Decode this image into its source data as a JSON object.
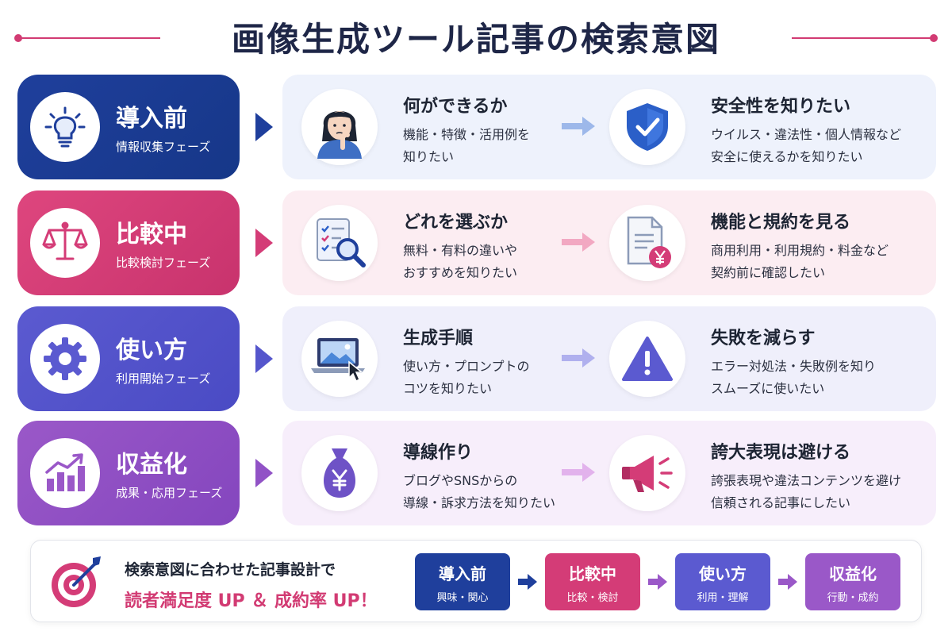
{
  "title": "画像生成ツール記事の検索意図",
  "rows": [
    {
      "stage_name": "導入前",
      "stage_sub": "情報収集フェーズ",
      "stage_icon": "lightbulb-icon",
      "left_icon": "confused-woman-icon",
      "left_title": "何ができるか",
      "left_desc": [
        "機能・特徴・活用例を",
        "知りたい"
      ],
      "right_icon": "shield-check-icon",
      "right_title": "安全性を知りたい",
      "right_desc": [
        "ウイルス・違法性・個人情報など",
        "安全に使えるかを知りたい"
      ],
      "color": "#1f3f9c"
    },
    {
      "stage_name": "比較中",
      "stage_sub": "比較検討フェーズ",
      "stage_icon": "scale-icon",
      "left_icon": "checklist-magnifier-icon",
      "left_title": "どれを選ぶか",
      "left_desc": [
        "無料・有料の違いや",
        "おすすめを知りたい"
      ],
      "right_icon": "document-yen-icon",
      "right_title": "機能と規約を見る",
      "right_desc": [
        "商用利用・利用規約・料金など",
        "契約前に確認したい"
      ],
      "color": "#d43c77"
    },
    {
      "stage_name": "使い方",
      "stage_sub": "利用開始フェーズ",
      "stage_icon": "gear-icon",
      "left_icon": "laptop-image-icon",
      "left_title": "生成手順",
      "left_desc": [
        "使い方・プロンプトの",
        "コツを知りたい"
      ],
      "right_icon": "warning-icon",
      "right_title": "失敗を減らす",
      "right_desc": [
        "エラー対処法・失敗例を知り",
        "スムーズに使いたい"
      ],
      "color": "#5b5ad0"
    },
    {
      "stage_name": "収益化",
      "stage_sub": "成果・応用フェーズ",
      "stage_icon": "growth-chart-icon",
      "left_icon": "money-bag-yen-icon",
      "left_title": "導線作り",
      "left_desc": [
        "ブログやSNSからの",
        "導線・訴求方法を知りたい"
      ],
      "right_icon": "megaphone-icon",
      "right_title": "誇大表現は避ける",
      "right_desc": [
        "誇張表現や違法コンテンツを避け",
        "信頼される記事にしたい"
      ],
      "color": "#9a58c8"
    }
  ],
  "bottom": {
    "icon": "target-arrow-icon",
    "line1": "検索意図に合わせた記事設計で",
    "line2": "読者満足度 UP ＆ 成約率 UP！",
    "flow": [
      {
        "name": "導入前",
        "sub": "興味・関心"
      },
      {
        "name": "比較中",
        "sub": "比較・検討"
      },
      {
        "name": "使い方",
        "sub": "利用・理解"
      },
      {
        "name": "収益化",
        "sub": "行動・成約"
      }
    ]
  },
  "colors": {
    "navy": "#1f3f9c",
    "pink": "#d43c77",
    "indigo": "#5b5ad0",
    "purple": "#9a58c8",
    "title": "#1e2647"
  }
}
